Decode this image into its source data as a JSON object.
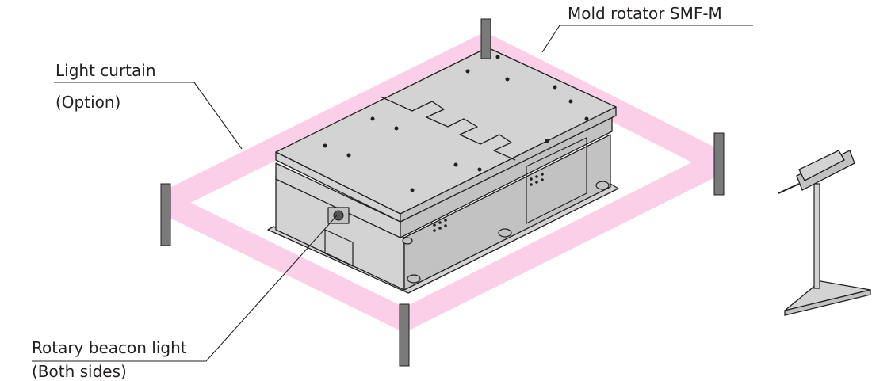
{
  "labels": {
    "mold_rotator": "Mold rotator SMF-M",
    "light_curtain": "Light curtain",
    "light_curtain_note": "(Option)",
    "beacon": "Rotary beacon light",
    "beacon_note": "(Both sides)"
  },
  "colors": {
    "curtain": "#f7a8d4",
    "machine": "#d3d3d3",
    "outline": "#231f20",
    "post": "#7a7a7a"
  }
}
